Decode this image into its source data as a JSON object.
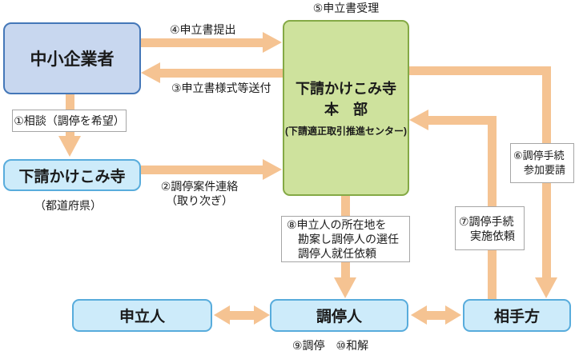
{
  "diagram": {
    "boxes": {
      "sme": "中小企業者",
      "local": "下請かけこみ寺",
      "local_sub": "（都道府県）",
      "hq_line1": "下請かけこみ寺",
      "hq_line2": "本　部",
      "hq_line3": "(下請適正取引推進センター)",
      "applicant": "申立人",
      "mediator": "調停人",
      "other_party": "相手方"
    },
    "steps": {
      "s1": "①相談（調停を希望）",
      "s2a": "②調停案件連絡",
      "s2b": "（取り次ぎ）",
      "s3": "③申立書様式等送付",
      "s4": "④申立書提出",
      "s5": "⑤申立書受理",
      "s6a": "⑥調停手続",
      "s6b": "参加要請",
      "s7a": "⑦調停手続",
      "s7b": "実施依頼",
      "s8a": "⑧申立人の所在地を",
      "s8b": "勘案し調停人の選任",
      "s8c": "調停人就任依頼",
      "s9_10": "⑨調停　⑩和解"
    },
    "colors": {
      "arrow": "#F5C392",
      "sme_fill": "#C8D7EF",
      "sme_border": "#4477B8",
      "cyan_fill": "#CDEBFA",
      "cyan_border": "#58ACDC",
      "green_fill": "#CEE29D",
      "green_border": "#84A945",
      "callout_border": "#A6A6A6"
    }
  }
}
